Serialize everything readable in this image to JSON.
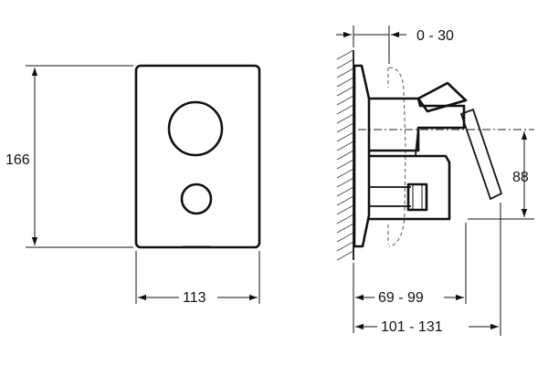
{
  "dimensions": {
    "front_height": "166",
    "front_width": "113",
    "range_top": "0 - 30",
    "side_height": "88",
    "depth_inner": "69 - 99",
    "depth_outer": "101 - 131"
  },
  "colors": {
    "line": "#111111",
    "background": "#ffffff"
  }
}
